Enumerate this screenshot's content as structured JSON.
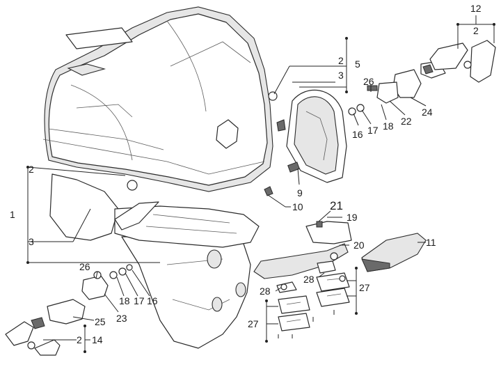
{
  "labels": {
    "n1": "1",
    "n2": "2",
    "n3": "3",
    "n5": "5",
    "n9": "9",
    "n10": "10",
    "n11": "11",
    "n12": "12",
    "n14": "14",
    "n16": "16",
    "n17": "17",
    "n18": "18",
    "n19": "19",
    "n20": "20",
    "n21": "21",
    "n22": "22",
    "n23": "23",
    "n24": "24",
    "n25": "25",
    "n26": "26",
    "n27": "27",
    "n28": "28"
  }
}
